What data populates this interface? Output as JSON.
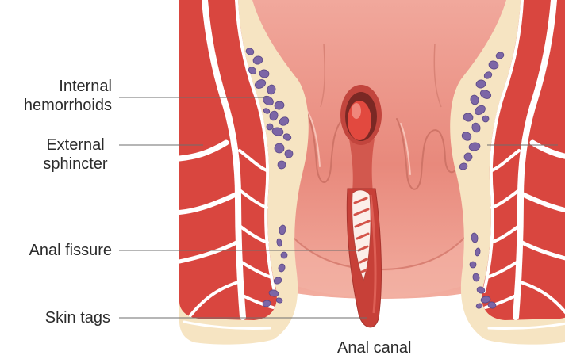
{
  "labels": {
    "internal_hemorrhoids": {
      "line1": "Internal",
      "line2": "hemorrhoids"
    },
    "external_sphincter": {
      "line1": "External",
      "line2": "sphincter"
    },
    "anal_fissure": "Anal fissure",
    "skin_tags": "Skin tags",
    "anal_canal": "Anal canal"
  },
  "colors": {
    "muscle": "#d9463f",
    "fat": "#f6e4c2",
    "fascia": "#ffffff",
    "hemorrhoid": "#7c66a6",
    "rectal_wall": "#ee9d90",
    "anal_canal": "#c74038",
    "leader_line": "#6e6e6e",
    "label_text": "#2b2b2b"
  }
}
